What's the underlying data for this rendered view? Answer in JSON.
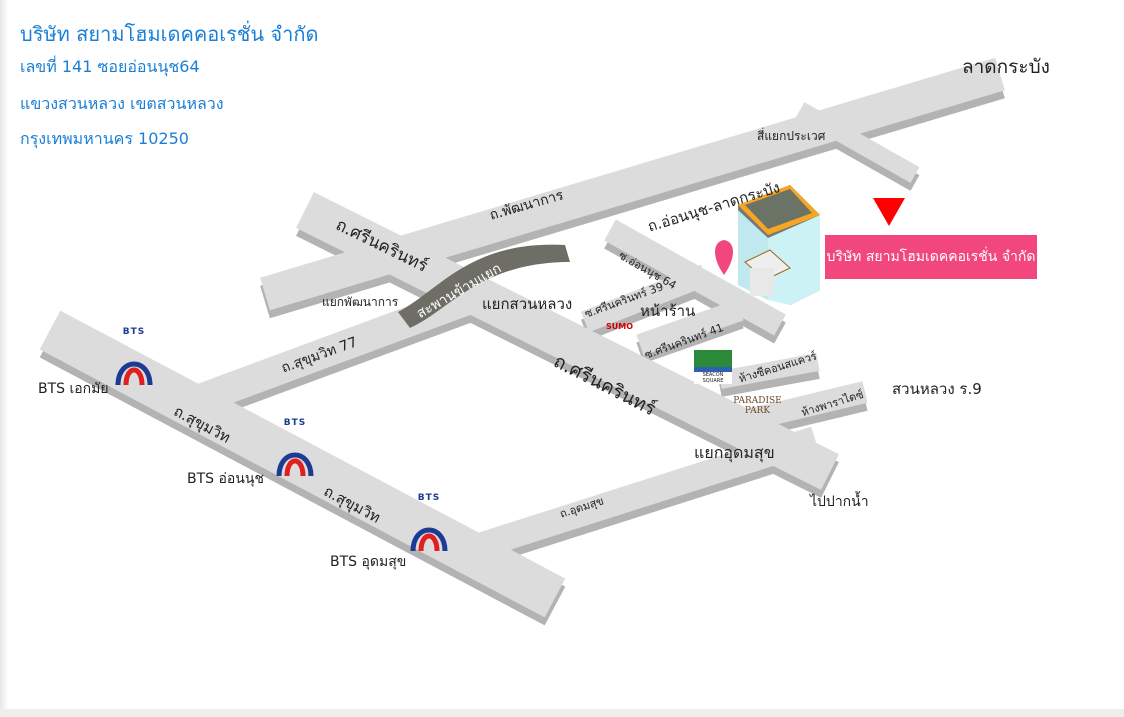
{
  "company": {
    "name": "บริษัท สยามโฮมเดคคอเรชั่น จำกัด",
    "address_line1": "เลขที่ 141 ซอยอ่อนนุช64",
    "address_line2": "แขวงสวนหลวง เขตสวนหลวง",
    "address_line3": "กรุงเทพมหานคร 10250"
  },
  "map": {
    "destination_label": "บริษัท สยามโฮมเดคคอเรชั่น จำกัด",
    "roads": {
      "srinakarin_upper": "ถ.ศรีนครินทร์",
      "srinakarin_lower": "ถ.ศรีนครินทร์",
      "pattanakarn": "ถ.พัฒนาการ",
      "onnut_latkrabang": "ถ.อ่อนนุช-ลาดกระบัง",
      "sukhumvit77": "ถ.สุขุมวิท 77",
      "sukhumvit_1": "ถ.สุขุมวิท",
      "sukhumvit_2": "ถ.สุขุมวิท",
      "udomsuk": "ถ.อุดมสุข",
      "soi_onnut64": "ซ.อ่อนนุช 64",
      "soi_srinakarin39": "ซ.ศรีนครินทร์ 39",
      "soi_srinakarin41": "ซ.ศรีนครินทร์ 41",
      "bridge": "สะพานข้ามแยก"
    },
    "places": {
      "latkrabang": "ลาดกระบัง",
      "prawet_junction": "สี่แยกประเวศ",
      "pattanakarn_junction": "แยกพัฒนาการ",
      "suanluang_junction": "แยกสวนหลวง",
      "udomsuk_junction": "แยกอุดมสุข",
      "to_paknam": "ไปปากน้ำ",
      "suanluang_r9": "สวนหลวง ร.9",
      "store_front": "หน้าร้าน",
      "seacon": "ห้างซีคอนสแควร์",
      "paradise": "ห้างพาราไดซ์",
      "sumo_logo": "SUMO",
      "seacon_logo": "SEACON SQUARE",
      "paradise_logo": "PARADISE PARK"
    },
    "bts": [
      {
        "logo": "BTS",
        "name": "BTS เอกมัย"
      },
      {
        "logo": "BTS",
        "name": "BTS อ่อนนุช"
      },
      {
        "logo": "BTS",
        "name": "BTS อุดมสุข"
      }
    ],
    "colors": {
      "road_top": "#dcdcdc",
      "road_side": "#b3b3b3",
      "accent": "#f2477c",
      "text_blue": "#1a7fd6"
    }
  }
}
